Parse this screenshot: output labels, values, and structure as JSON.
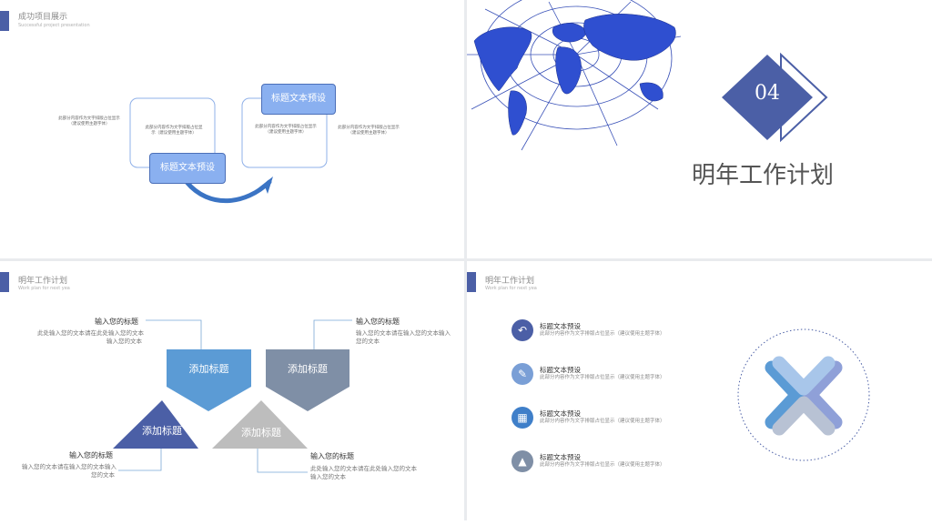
{
  "slide1": {
    "title": "成功项目展示",
    "subtitle": "Successful project presentation",
    "box1_label": "标题文本预设",
    "box2_label": "标题文本预设",
    "desc_left": "此部分内容作为文字排版占位显示（建议使用主题字体）",
    "desc_box1": "此部分内容作为文字排版占位显示（建议使用主题字体）",
    "desc_box2": "此部分内容作为文字排版占位显示（建议使用主题字体）",
    "desc_right": "此部分内容作为文字排版占位显示（建议使用主题字体）"
  },
  "slide2": {
    "number": "04",
    "title": "明年工作计划"
  },
  "slide3": {
    "title": "明年工作计划",
    "subtitle": "Work plan for next yea",
    "shapes": [
      "添加标题",
      "添加标题",
      "添加标题",
      "添加标题"
    ],
    "callouts": [
      {
        "head": "输入您的标题",
        "text1": "此处输入您的文本请在此处输入您的文本",
        "text2": "输入您的文本"
      },
      {
        "head": "输入您的标题",
        "text1": "输入您的文本请在输入您的文本输入",
        "text2": "您的文本"
      },
      {
        "head": "输入您的标题",
        "text1": "输入您的文本请在输入您的文本输入",
        "text2": "您的文本"
      },
      {
        "head": "输入您的标题",
        "text1": "此处输入您的文本请在此处输入您的文本",
        "text2": "输入您的文本"
      }
    ]
  },
  "slide4": {
    "title": "明年工作计划",
    "subtitle": "Work plan for next yea",
    "items": [
      {
        "head": "标题文本预设",
        "text": "此部分内容作为文字排版占位显示（建议使用主题字体）",
        "icon": "arrow-icon",
        "color": "#4b5fa6"
      },
      {
        "head": "标题文本预设",
        "text": "此部分内容作为文字排版占位显示（建议使用主题字体）",
        "icon": "clip-icon",
        "color": "#7a9fd6"
      },
      {
        "head": "标题文本预设",
        "text": "此部分内容作为文字排版占位显示（建议使用主题字体）",
        "icon": "film-icon",
        "color": "#3f7fc9"
      },
      {
        "head": "标题文本预设",
        "text": "此部分内容作为文字排版占位显示（建议使用主题字体）",
        "icon": "cap-icon",
        "color": "#7f8fa6"
      }
    ]
  },
  "colors": {
    "accent": "#4b5fa6",
    "light_blue": "#7fa4e6",
    "steel": "#7f8fa6",
    "grey": "#bdbdbd"
  }
}
